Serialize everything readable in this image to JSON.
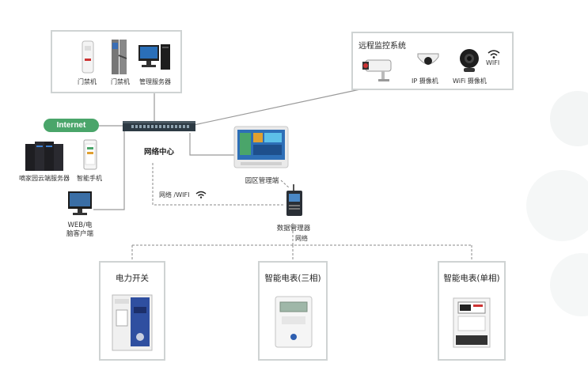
{
  "top_devices": {
    "door_1": "门禁机",
    "door_2": "门禁机",
    "server": "管理服务器"
  },
  "remote_monitoring": {
    "title": "远程监控系统",
    "ip_camera": "IP 摄像机",
    "wifi_camera": "WiFi 摄像机",
    "wifi_icon_label": "WIFI"
  },
  "internet": {
    "label": "Internet",
    "color": "#4aa56a"
  },
  "left_clients": {
    "cloud_server": "嘀家园云端服务器",
    "smart_phone": "智能手机",
    "web_client": "WEB/电\n脑客户端"
  },
  "network_center": "网络中心",
  "park_terminal": "园区管理端",
  "network_wifi": "网络 /WIFI",
  "data_manager": "数据管理器",
  "network_label": "网络",
  "meters": [
    {
      "title": "电力开关"
    },
    {
      "title": "智能电表(三相)"
    },
    {
      "title": "智能电表(单相)"
    }
  ]
}
